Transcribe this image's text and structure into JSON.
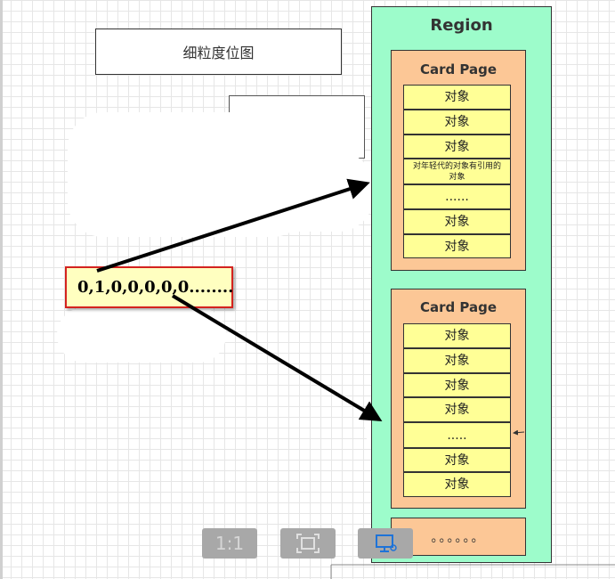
{
  "title_box": "细粒度位图",
  "bitmap": "0,1,0,0,0,0,0........",
  "region": {
    "title": "Region",
    "card_pages": [
      {
        "title": "Card Page",
        "cells": [
          "对象",
          "对象",
          "对象",
          "对年轻代的对象有引用的对象",
          "......",
          "对象",
          "对象"
        ]
      },
      {
        "title": "Card Page",
        "cells": [
          "对象",
          "对象",
          "对象",
          "对象",
          ".....",
          "对象",
          "对象"
        ]
      }
    ],
    "more": "。。。。。。"
  },
  "toolbar": {
    "actual_size": "1:1"
  },
  "colors": {
    "region": "#9dfccb",
    "card_page": "#fcc796",
    "cell": "#ffff96",
    "bitmap_border": "#d4231f",
    "bitmap_fill": "#ffffc0"
  }
}
